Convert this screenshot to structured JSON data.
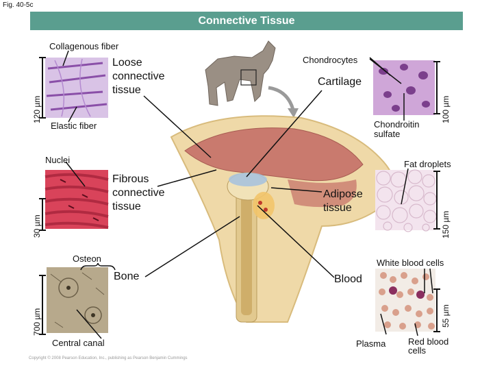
{
  "figure_label": "Fig. 40-5c",
  "title": "Connective Tissue",
  "tissues": {
    "loose": {
      "name_lines": [
        "Loose",
        "connective",
        "tissue"
      ],
      "labels": {
        "collagenous_fiber": "Collagenous fiber",
        "elastic_fiber": "Elastic fiber"
      },
      "scale": "120 µm",
      "colors": {
        "base": "#d9c3e6",
        "fiber": "#8a4fa8"
      }
    },
    "cartilage": {
      "name": "Cartilage",
      "labels": {
        "chondrocytes": "Chondrocytes",
        "chondroitin_sulfate": "Chondroitin sulfate"
      },
      "scale": "100 µm",
      "colors": {
        "base": "#cfa6d8",
        "cell": "#7b3f8c"
      }
    },
    "fibrous": {
      "name_lines": [
        "Fibrous",
        "connective",
        "tissue"
      ],
      "labels": {
        "nuclei": "Nuclei"
      },
      "scale": "30 µm",
      "colors": {
        "base": "#d9435a",
        "band": "#b02a41"
      }
    },
    "adipose": {
      "name_lines": [
        "Adipose",
        "tissue"
      ],
      "labels": {
        "fat_droplets": "Fat droplets"
      },
      "scale": "150 µm",
      "colors": {
        "base": "#f3e4ee",
        "wall": "#d7b9cc"
      }
    },
    "bone": {
      "name": "Bone",
      "labels": {
        "osteon": "Osteon",
        "central_canal": "Central canal"
      },
      "scale": "700 µm",
      "colors": {
        "base": "#b7a98c",
        "dark": "#6b5f48"
      }
    },
    "blood": {
      "name": "Blood",
      "labels": {
        "white_blood_cells": "White blood cells",
        "plasma": "Plasma",
        "red_blood_cells": "Red blood cells"
      },
      "scale": "55 µm",
      "colors": {
        "plasma": "#f2ece6",
        "rbc": "#d9a08c",
        "wbc": "#8a2f5f"
      }
    }
  },
  "colors": {
    "banner": "#5a9e8f",
    "muscle": "#c97a6e",
    "bone": "#e9d7a8",
    "cartilage": "#a9c3dd",
    "fat": "#f2c46a"
  },
  "copyright": "Copyright © 2008 Pearson Education, Inc., publishing as Pearson Benjamin Cummings"
}
